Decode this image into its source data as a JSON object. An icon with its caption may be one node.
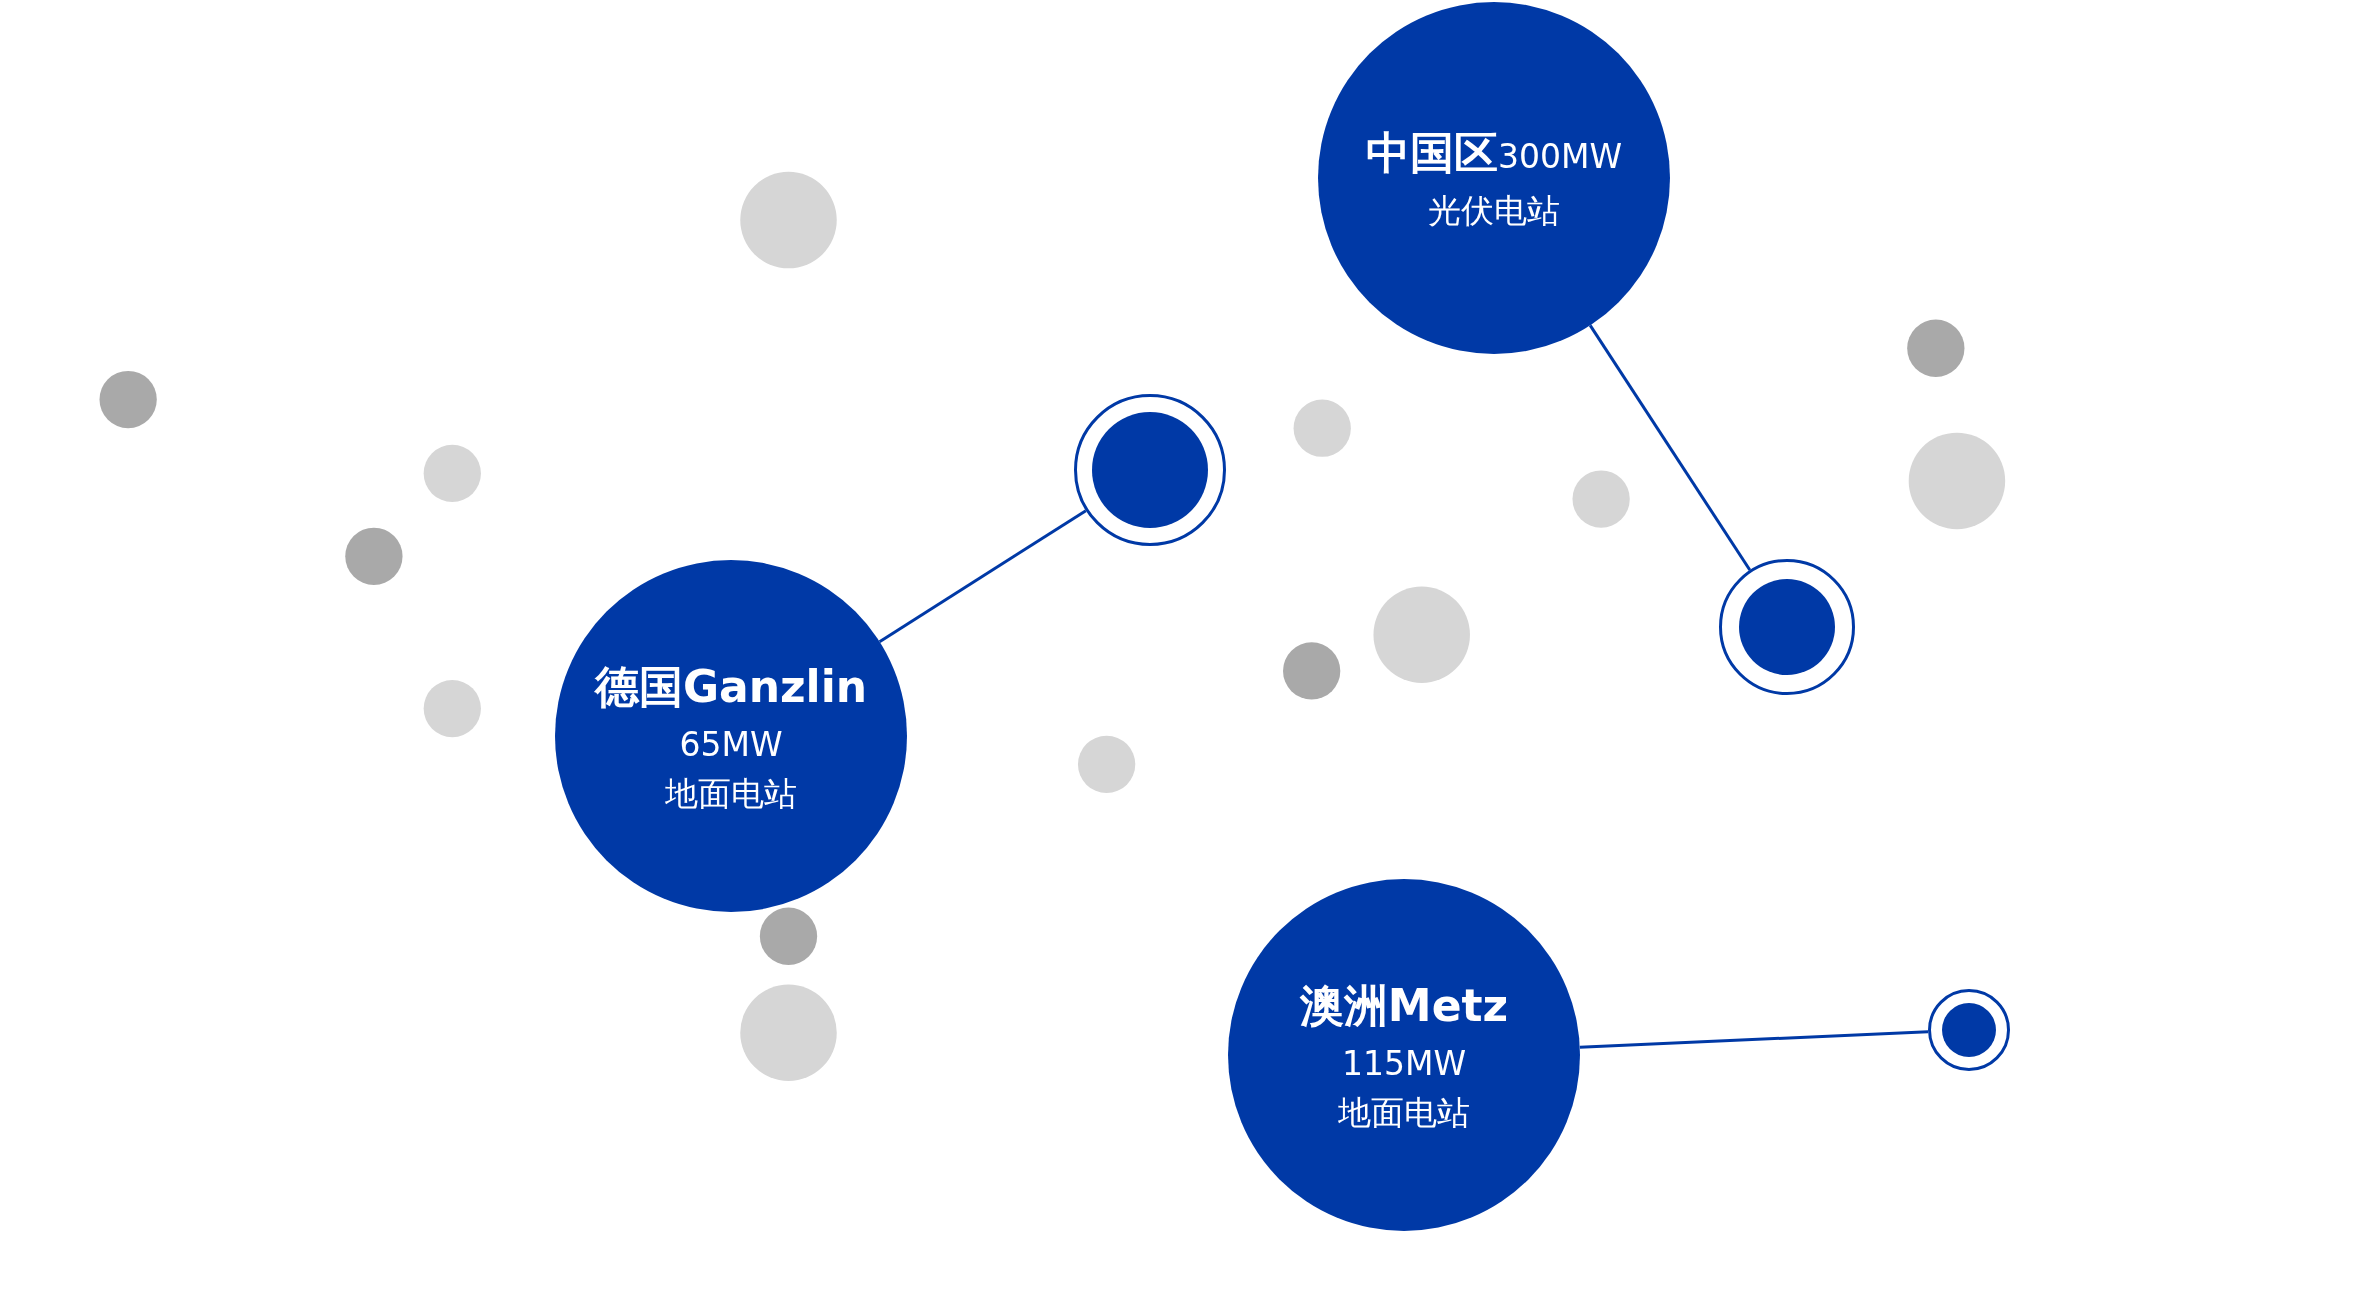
{
  "diagram": {
    "nodes": [
      {
        "text": [
          "**中国区**300MW",
          "光伏电站"
        ]
      },
      {
        "text": [],
        "shape": "circle"
      },
      {
        "text": [
          "德国Ganzlin",
          "65MW",
          "地面电站"
        ]
      },
      {
        "text": [],
        "shape": "circle"
      },
      {
        "text": [
          "澳洲Metz",
          "115MW",
          "地面电站"
        ]
      },
      {
        "text": [],
        "shape": "circle"
      }
    ],
    "edges": [
      {
        "from": 0,
        "to": 3,
        "arrow": "none"
      },
      {
        "from": 2,
        "to": 1,
        "arrow": "none"
      },
      {
        "from": 4,
        "to": 5,
        "arrow": "none"
      }
    ]
  }
}
